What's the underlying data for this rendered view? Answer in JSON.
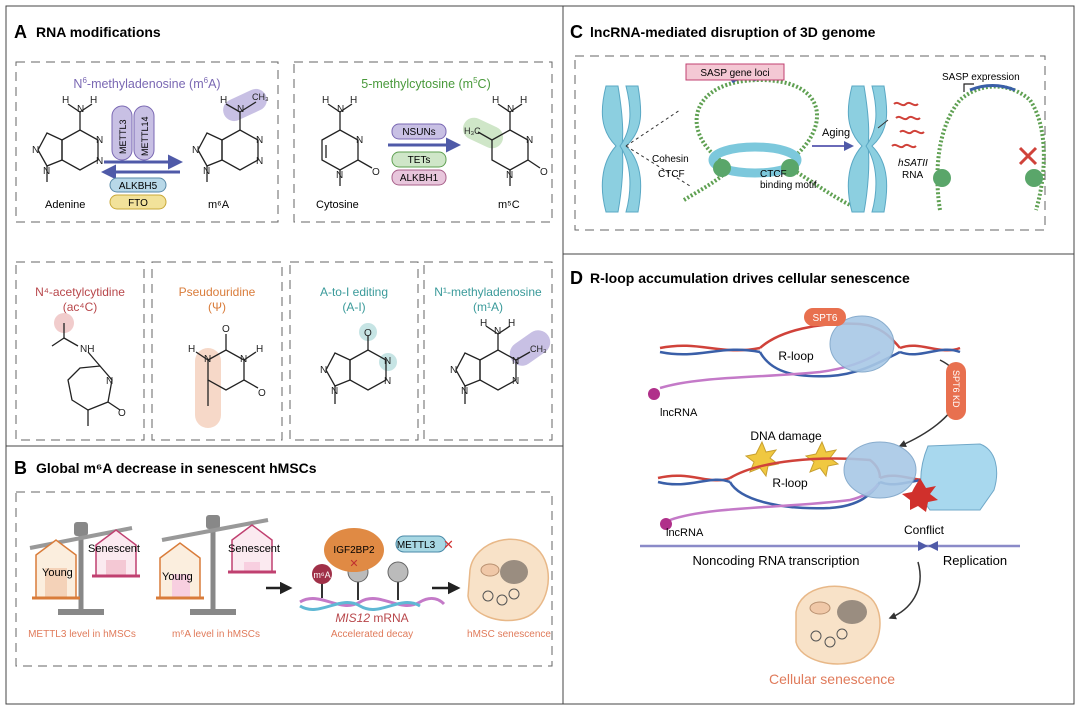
{
  "colors": {
    "purple": "#7a68b3",
    "green": "#4a9a3c",
    "red": "#b8474b",
    "orange": "#d97c3a",
    "teal": "#3a9a9a",
    "salmon": "#e07b5b",
    "chromosome": "#7fc4d6",
    "dna_red": "#d0423a",
    "dna_blue": "#3a5fa8",
    "enzyme_blue": "#a8c8e6",
    "loop_green": "#5fa052"
  },
  "panelA": {
    "letter": "A",
    "title": "RNA modifications",
    "m6a": {
      "title_pre": "N",
      "title_sup": "6",
      "title_post": "-methyladenosine (m",
      "title_sup2": "6",
      "title_end": "A)",
      "left_label": "Adenine",
      "right_label": "m⁶A",
      "writer1": "METTL3",
      "writer2": "METTL14",
      "eraser1": "ALKBH5",
      "eraser2": "FTO"
    },
    "m5c": {
      "title_pre": "5-methylcytosine (m",
      "title_sup": "5",
      "title_end": "C)",
      "left_label": "Cytosine",
      "right_label": "m⁵C",
      "writer1": "NSUNs",
      "eraser1": "TETs",
      "eraser2": "ALKBH1"
    },
    "ac4c": {
      "title1": "N⁴-acetylcytidine",
      "title2": "(ac⁴C)"
    },
    "psi": {
      "title1": "Pseudouridine",
      "title2": "(Ψ)"
    },
    "atoi": {
      "title1": "A-to-I editing",
      "title2": "(A-I)"
    },
    "m1a": {
      "title1": "N¹-methyladenosine",
      "title2": "(m¹A)"
    }
  },
  "panelB": {
    "letter": "B",
    "title": "Global m⁶A decrease in senescent hMSCs",
    "young1": "Young",
    "senescent1": "Senescent",
    "young2": "Young",
    "senescent2": "Senescent",
    "caption1": "METTL3 level in hMSCs",
    "caption2": "m⁶A level in hMSCs",
    "caption3": "Accelerated decay",
    "caption4": "hMSC senescence",
    "igf2bp2": "IGF2BP2",
    "mettl3": "METTL3",
    "m6a_tag": "m⁶A",
    "mrna_gene": "MIS12",
    "mrna_word": " mRNA"
  },
  "panelC": {
    "letter": "C",
    "title": "lncRNA-mediated disruption of 3D genome",
    "sasp_loci": "SASP gene loci",
    "cohesin": "Cohesin",
    "ctcf": "CTCF",
    "ctcf_motif1": "CTCF",
    "ctcf_motif2": "binding motif",
    "aging": "Aging",
    "hsatii": "hSATII",
    "rna": "RNA",
    "sasp_expr": "SASP expression"
  },
  "panelD": {
    "letter": "D",
    "title": "R-loop accumulation drives cellular senescence",
    "spt6": "SPT6",
    "rloop1": "R-loop",
    "lncrna1": "lncRNA",
    "spt6kd": "SPT6 KD",
    "dna_damage": "DNA damage",
    "rloop2": "R-loop",
    "lncrna2": "lncRNA",
    "conflict": "Conflict",
    "noncoding": "Noncoding RNA transcription",
    "replication": "Replication",
    "cellular": "Cellular senescence"
  }
}
